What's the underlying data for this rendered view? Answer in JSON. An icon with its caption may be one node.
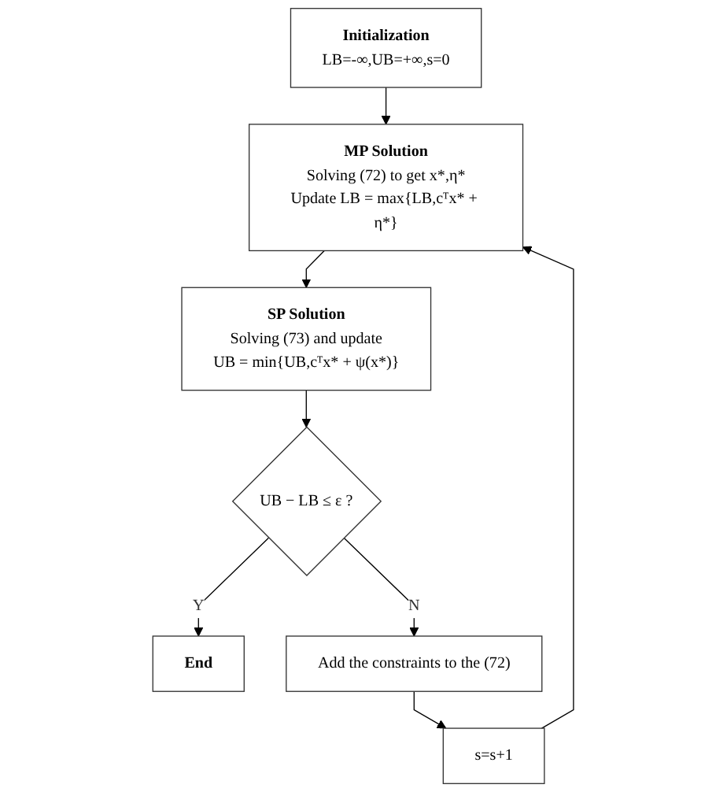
{
  "diagram": {
    "nodes": [
      {
        "text": [
          "Initialization",
          "LB=-∞,UB=+∞,s=0"
        ]
      },
      {
        "text": [
          "MP Solution",
          "Solving (72) to get x*,η*",
          "Update LB = max{LB,cᵀx* + η*}"
        ]
      },
      {
        "text": [
          "SP Solution",
          "Solving (73) and update",
          "UB = min{UB,cᵀx* + ψ(x*)}"
        ]
      },
      {
        "text": [
          "UB − LB ≤ ε ?"
        ]
      },
      {
        "text": [
          "End"
        ]
      },
      {
        "text": [
          "Add the constraints to the (72)"
        ]
      },
      {
        "text": [
          "s=s+1"
        ]
      }
    ],
    "edges": [
      {
        "from": 0,
        "to": 1,
        "arrow": "to"
      },
      {
        "from": 1,
        "to": 2,
        "arrow": "to"
      },
      {
        "from": 2,
        "to": 3,
        "arrow": "to"
      },
      {
        "from": 3,
        "to": 4,
        "arrow": "to",
        "label": "Y"
      },
      {
        "from": 3,
        "to": 5,
        "arrow": "to",
        "label": "N"
      },
      {
        "from": 5,
        "to": 6,
        "arrow": "to"
      },
      {
        "from": 6,
        "to": 1,
        "arrow": "to"
      }
    ]
  }
}
